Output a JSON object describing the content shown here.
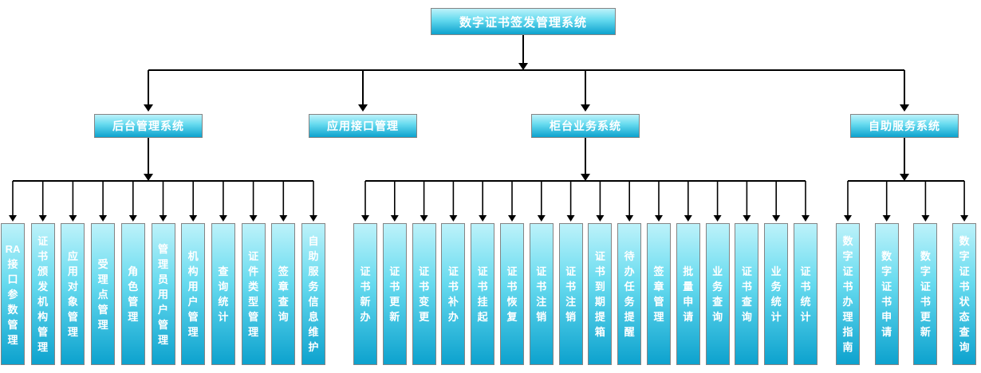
{
  "diagram": {
    "root": {
      "label": "数字证书签发管理系统"
    },
    "branches": [
      {
        "label": "后台管理系统",
        "children": [
          "RA接口参数管理",
          "证书颁发机构管理",
          "应用对象管理",
          "受理点管理",
          "角色管理",
          "管理员用户管理",
          "机构用户管理",
          "查询统计",
          "证件类型管理",
          "签章查询",
          "自助服务信息维护"
        ]
      },
      {
        "label": "应用接口管理",
        "children": []
      },
      {
        "label": "柜台业务系统",
        "children": [
          "证书新办",
          "证书更新",
          "证书变更",
          "证书补办",
          "证书挂起",
          "证书恢复",
          "证书注销",
          "证书注销",
          "证书到期提箱",
          "待办任务提醒",
          "签章管理",
          "批量申请",
          "业务查询",
          "证书查询",
          "业务统计",
          "证书统计"
        ]
      },
      {
        "label": "自助服务系统",
        "children": [
          "数字证书办理指南",
          "数字证书申请",
          "数字证书更新",
          "数字证书状态查询"
        ]
      }
    ],
    "colors": {
      "background": "#ffffff",
      "box_gradient_top": "#bdf2fa",
      "box_gradient_mid": "#67dbef",
      "box_gradient_bottom": "#0da2ce",
      "box_border": "#848484",
      "box_text": "#ffffff",
      "line": "#000000"
    }
  }
}
